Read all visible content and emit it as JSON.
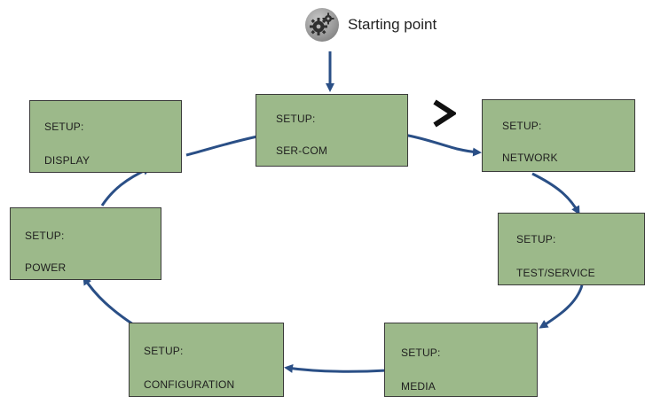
{
  "start": {
    "label": "Starting point",
    "icon": "gears-icon"
  },
  "colors": {
    "box_fill": "#9cb98a",
    "arrow": "#2a4f86"
  },
  "nodes": [
    {
      "id": "ser-com",
      "line1": "SETUP:",
      "line2": "SER-COM"
    },
    {
      "id": "network",
      "line1": "SETUP:",
      "line2": "NETWORK"
    },
    {
      "id": "test-service",
      "line1": "SETUP:",
      "line2": "TEST/SERVICE"
    },
    {
      "id": "media",
      "line1": "SETUP:",
      "line2": "MEDIA"
    },
    {
      "id": "configuration",
      "line1": "SETUP:",
      "line2": "CONFIGURATION"
    },
    {
      "id": "power",
      "line1": "SETUP:",
      "line2": "POWER"
    },
    {
      "id": "display",
      "line1": "SETUP:",
      "line2": "DISPLAY"
    }
  ],
  "edges": [
    {
      "from": "start",
      "to": "ser-com"
    },
    {
      "from": "ser-com",
      "to": "network"
    },
    {
      "from": "network",
      "to": "test-service"
    },
    {
      "from": "test-service",
      "to": "media"
    },
    {
      "from": "media",
      "to": "configuration"
    },
    {
      "from": "configuration",
      "to": "power"
    },
    {
      "from": "power",
      "to": "display"
    },
    {
      "from": "display",
      "to": "ser-com"
    }
  ],
  "next_indicator": {
    "icon": "chevron-right-icon"
  }
}
